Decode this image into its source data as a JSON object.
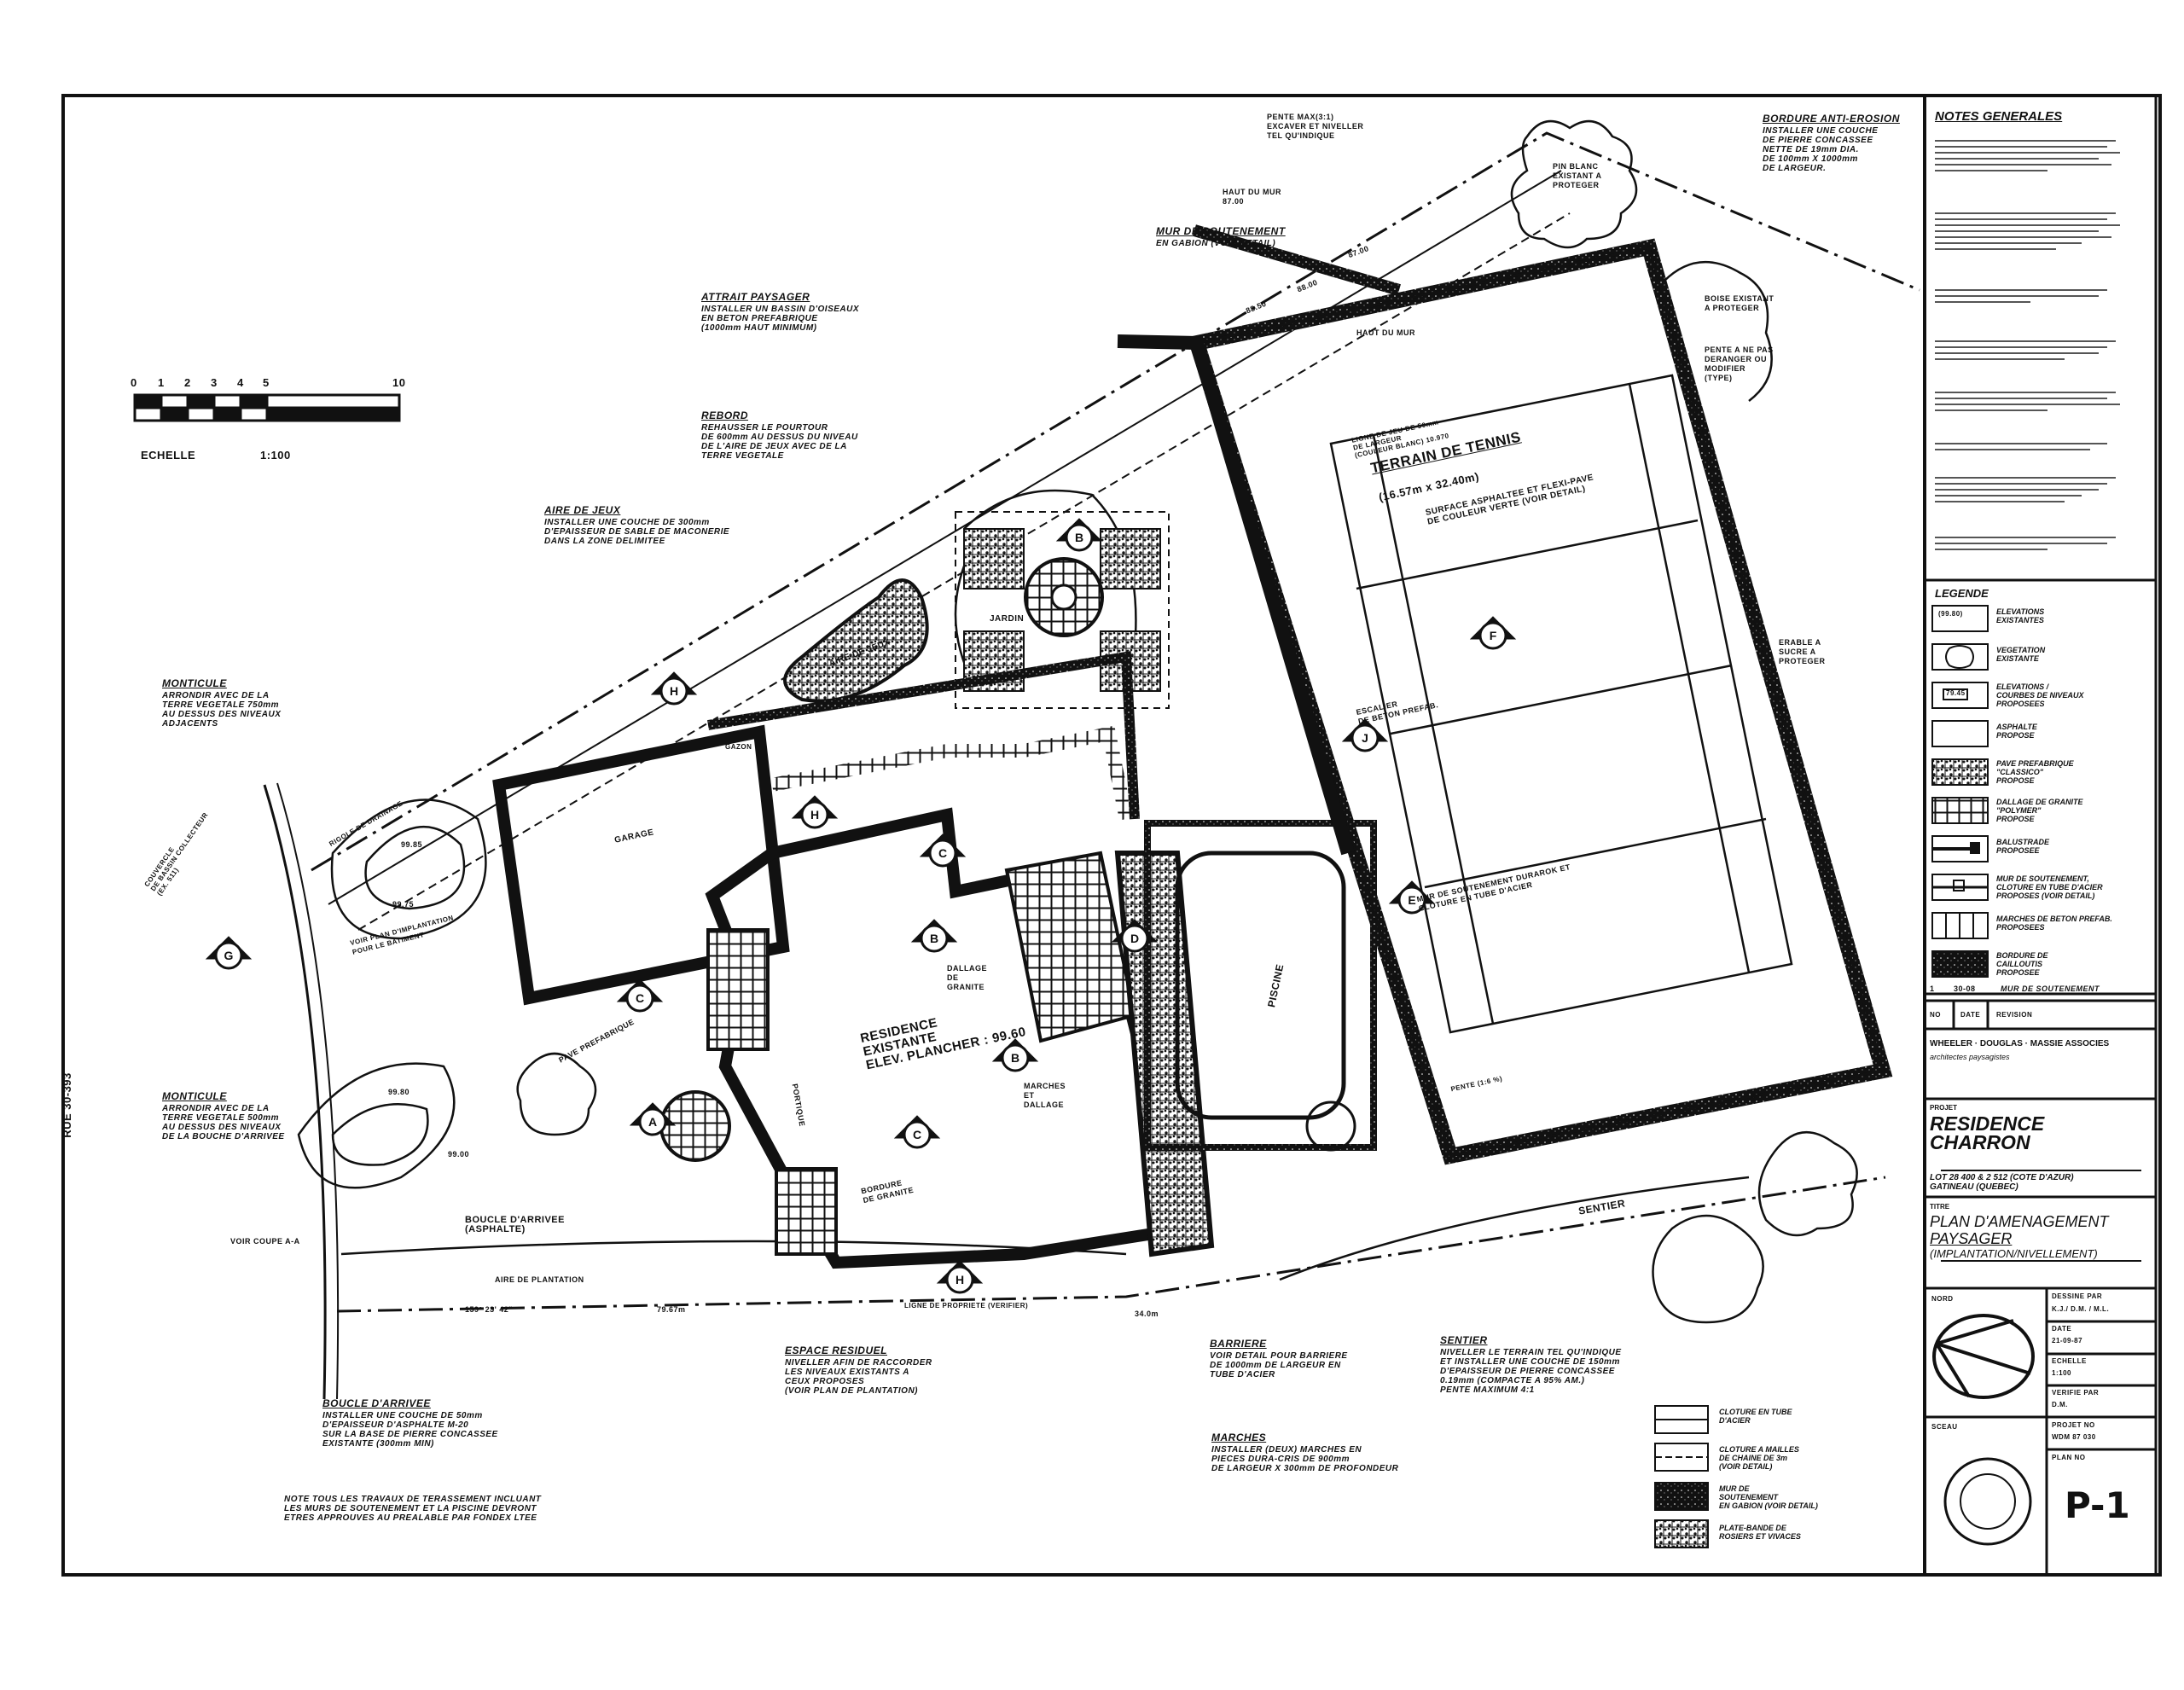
{
  "scale_bar": {
    "ticks": [
      "0",
      "1",
      "2",
      "3",
      "4",
      "5",
      "10"
    ],
    "label": "ECHELLE",
    "ratio": "1:100"
  },
  "street_label": "RUE 30-393",
  "callouts": [
    {
      "title": "ATTRAIT PAYSAGER",
      "text": "INSTALLER UN BASSIN D'OISEAUX\nEN BETON PREFABRIQUE\n(1000mm HAUT MINIMUM)"
    },
    {
      "title": "REBORD",
      "text": "REHAUSSER LE POURTOUR\nDE 600mm AU DESSUS DU NIVEAU\nDE L'AIRE DE JEUX AVEC DE LA\nTERRE VEGETALE"
    },
    {
      "title": "AIRE DE JEUX",
      "text": "INSTALLER UNE COUCHE DE 300mm\nD'EPAISSEUR DE SABLE DE MACONERIE\nDANS LA ZONE DELIMITEE"
    },
    {
      "title": "MONTICULE",
      "text": "ARRONDIR AVEC DE LA\nTERRE VEGETALE 750mm\nAU DESSUS DES NIVEAUX\nADJACENTS"
    },
    {
      "title": "MONTICULE",
      "text": "ARRONDIR AVEC DE LA\nTERRE VEGETALE 500mm\nAU DESSUS DES NIVEAUX\nDE LA BOUCHE D'ARRIVEE"
    },
    {
      "title": "BOUCLE D'ARRIVEE",
      "text": "INSTALLER UNE COUCHE DE 50mm\nD'EPAISSEUR D'ASPHALTE M-20\nSUR LA BASE DE PIERRE CONCASSEE\nEXISTANTE (300mm MIN)"
    },
    {
      "title": "ESPACE RESIDUEL",
      "text": "NIVELLER AFIN DE RACCORDER\nLES NIVEAUX EXISTANTS A\nCEUX PROPOSES\n(VOIR PLAN DE PLANTATION)"
    },
    {
      "title": "BARRIERE",
      "text": "VOIR DETAIL POUR BARRIERE\nDE 1000mm DE LARGEUR EN\nTUBE D'ACIER"
    },
    {
      "title": "MARCHES",
      "text": "INSTALLER (DEUX) MARCHES EN\nPIECES DURA-CRIS DE 900mm\nDE LARGEUR X 300mm DE PROFONDEUR"
    },
    {
      "title": "SENTIER",
      "text": "NIVELLER LE TERRAIN TEL QU'INDIQUE\nET INSTALLER UNE COUCHE DE 150mm\nD'EPAISSEUR DE PIERRE CONCASSEE\n0.19mm (COMPACTE A 95% AM.)\nPENTE MAXIMUM 4:1"
    },
    {
      "title": "BORDURE ANTI-EROSION",
      "text": "INSTALLER UNE COUCHE\nDE PIERRE CONCASSEE\nNETTE DE 19mm DIA.\nDE 100mm X 1000mm\nDE LARGEUR."
    },
    {
      "title": "MUR DE SOUTENEMENT",
      "text": "EN GABION (VOIR DETAIL)"
    }
  ],
  "general_note": "NOTE  TOUS LES TRAVAUX DE TERASSEMENT INCLUANT\nLES MURS DE SOUTENEMENT ET LA PISCINE DEVRONT\nETRES APPROUVES AU PREALABLE PAR FONDEX LTEE",
  "plan_labels": {
    "garage": "GARAGE",
    "residence": "RESIDENCE\nEXISTANTE\nELEV. PLANCHER : 99.60",
    "tennis": "TERRAIN DE TENNIS",
    "tennis_dims": "(16.57m x 32.40m)",
    "tennis_surface": "SURFACE ASPHALTEE ET FLEXI-PAVE\nDE COULEUR VERTE (VOIR DETAIL)",
    "tennis_line": "LIGNE DE JEU DE 50mm\nDE LARGEUR\n(COULEUR BLANC) 10.970",
    "pool": "PISCINE",
    "aire_jeux": "AIRE DE JEUX",
    "jardin": "JARDIN",
    "pente_max": "PENTE MAX(3:1)\nEXCAVER ET NIVELLER\nTEL QU'INDIQUE",
    "haut_mur_1": "HAUT DU MUR\n87.00",
    "haut_mur_2": "HAUT DU MUR",
    "pin_blanc": "PIN BLANC\nEXISTANT A\nPROTEGER",
    "boise": "BOISE EXISTANT\nA PROTEGER",
    "pente_ne_pas": "PENTE A NE PAS\nDERANGER OU\nMODIFIER\n(TYPE)",
    "erable": "ERABLE A\nSUCRE A\nPROTEGER",
    "dallage": "DALLAGE\nDE\nGRANITE",
    "marches_dallage": "MARCHES\nET\nDALLAGE",
    "bordure_granite": "BORDURE\nDE GRANITE",
    "portique": "PORTIQUE",
    "pave": "PAVE PREFABRIQUE",
    "escalier": "ESCALIER\nDE BETON PREFAB.",
    "mur_piscine": "MUR DE SOUTENEMENT DURAROK ET\nCLOTURE EN TUBE D'ACIER",
    "boucle": "BOUCLE D'ARRIVEE\n(ASPHALTE)",
    "aire_plantation": "AIRE DE PLANTATION",
    "voir_coupe": "VOIR COUPE A-A",
    "ligne_propriete": "LIGNE DE PROPRIETE (VERIFIER)",
    "rigole": "RIGOLE DE DRAINAGE",
    "puisard": "COUVERCLE\nDE BASSIN COLLECTEUR\n(EX. 511)",
    "voir_plan_impl": "VOIR PLAN D'IMPLANTATION\nPOUR LE BATIMENT",
    "sentier": "SENTIER",
    "pente_1": "PENTE (1:6 %)",
    "gazon": "GAZON",
    "dim_34": "34.0m",
    "dim_79": "79.67m",
    "dim_bearing": "159° 23' 42\"",
    "elev_9985": "99.85",
    "elev_9975": "99.75",
    "elev_9980": "99.80",
    "elev_9900": "99.00",
    "elev_8700": "87.00",
    "elev_8800": "88.00",
    "elev_8850": "88.50"
  },
  "legend_bottom": [
    "CLOTURE EN TUBE\nD'ACIER",
    "CLOTURE A MAILLES\nDE CHAINE DE 3m\n(VOIR DETAIL)",
    "MUR DE\nSOUTENEMENT\nEN GABION (VOIR DETAIL)",
    "PLATE-BANDE DE\nROSIERS ET VIVACES"
  ],
  "title_block": {
    "notes_heading": "NOTES GENERALES",
    "legend_heading": "LEGENDE",
    "legend": [
      "ELEVATIONS\nEXISTANTES",
      "VEGETATION\nEXISTANTE",
      "ELEVATIONS /\nCOURBES DE NIVEAUX\nPROPOSEES",
      "ASPHALTE\nPROPOSE",
      "PAVE PREFABRIQUE\n\"CLASSICO\"\nPROPOSE",
      "DALLAGE DE GRANITE\n\"POLYMER\"\nPROPOSE",
      "BALUSTRADE\nPROPOSEE",
      "MUR DE SOUTENEMENT,\nCLOTURE EN TUBE D'ACIER\nPROPOSES (VOIR DETAIL)",
      "MARCHES DE BETON PREFAB.\nPROPOSEES",
      "BORDURE DE\nCAILLOUTIS\nPROPOSEE"
    ],
    "legend_sample_elev": "(99.80)",
    "legend_sample_prop": "79.45",
    "revision": {
      "no": "1",
      "date": "30-08",
      "text": "MUR DE SOUTENEMENT",
      "col_no": "NO",
      "col_date": "DATE",
      "col_rev": "REVISION"
    },
    "firm": "WHEELER · DOUGLAS · MASSIE ASSOCIES",
    "firm_sub": "architectes paysagistes",
    "projet_label": "PROJET",
    "projet_name": "RESIDENCE\nCHARRON",
    "projet_location": "LOT 28 400 & 2 512 (COTE D'AZUR)\nGATINEAU (QUEBEC)",
    "titre_label": "TITRE",
    "titre": "PLAN D'AMENAGEMENT",
    "titre_2": "PAYSAGER",
    "titre_3": "(IMPLANTATION/NIVELLEMENT)",
    "nord_label": "NORD",
    "sceau_label": "SCEAU",
    "dessine_label": "DESSINE PAR",
    "dessine": "K.J./ D.M. / M.L.",
    "date_label": "DATE",
    "date": "21-09-87",
    "echelle_label": "ECHELLE",
    "echelle": "1:100",
    "verifie_label": "VERIFIE PAR",
    "verifie": "D.M.",
    "projet_no_label": "PROJET NO",
    "projet_no": "WDM 87 030",
    "plan_no_label": "PLAN NO",
    "plan_no": "P-1"
  },
  "section_markers": [
    "A",
    "B",
    "B",
    "B",
    "C",
    "C",
    "C",
    "D",
    "E",
    "F",
    "G",
    "H",
    "H",
    "H",
    "J"
  ]
}
